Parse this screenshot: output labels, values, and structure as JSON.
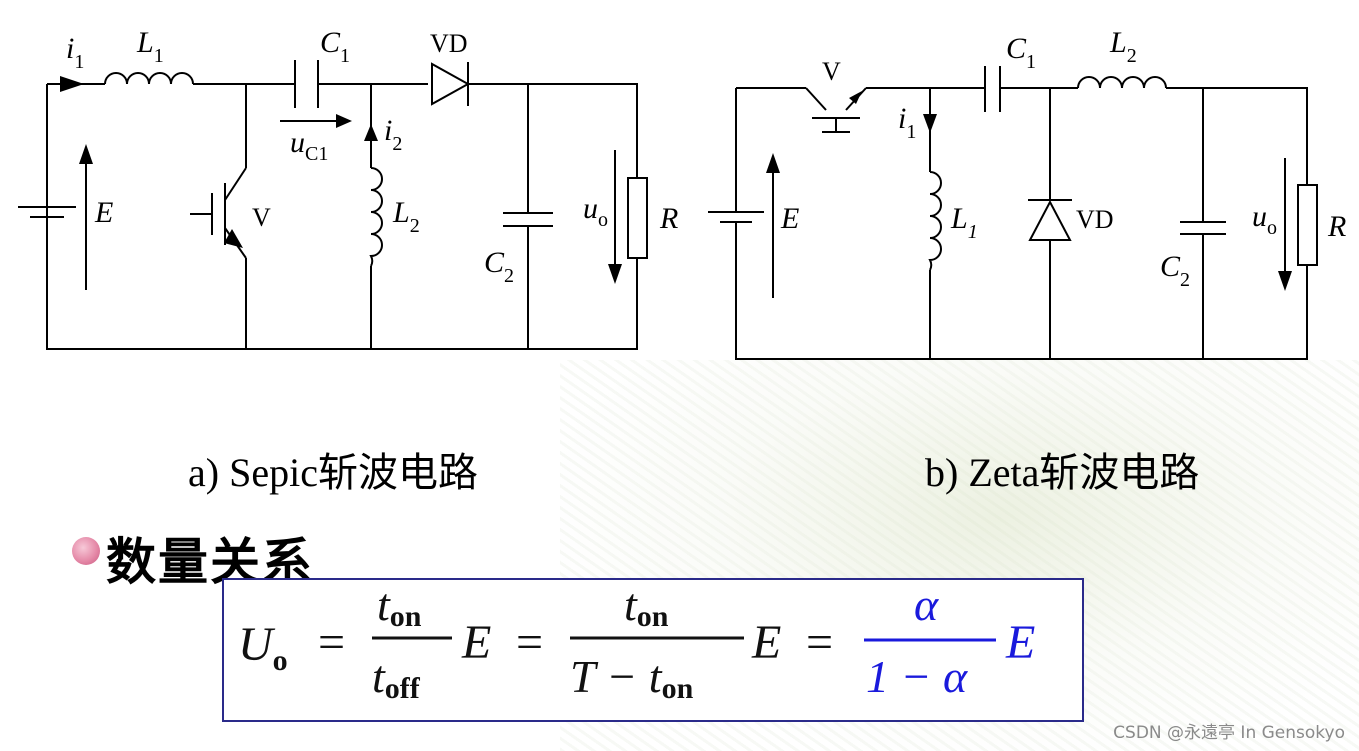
{
  "circuit_a": {
    "caption": "a) Sepic斩波电路",
    "labels": {
      "i1": "i",
      "i1_sub": "1",
      "L1": "L",
      "L1_sub": "1",
      "C1": "C",
      "C1_sub": "1",
      "VD": "VD",
      "uC1": "u",
      "uC1_sub": "C1",
      "i2": "i",
      "i2_sub": "2",
      "E": "E",
      "V": "V",
      "L2": "L",
      "L2_sub": "2",
      "C2": "C",
      "C2_sub": "2",
      "uo": "u",
      "uo_sub": "o",
      "R": "R"
    }
  },
  "circuit_b": {
    "caption": "b) Zeta斩波电路",
    "labels": {
      "V": "V",
      "C1": "C",
      "C1_sub": "1",
      "L2": "L",
      "L2_sub": "2",
      "i1": "i",
      "i1_sub": "1",
      "E": "E",
      "L1": "L",
      "L1_sub": "1",
      "VD": "VD",
      "uo": "u",
      "uo_sub": "o",
      "C2": "C",
      "C2_sub": "2",
      "R": "R"
    }
  },
  "section": {
    "bullet_text": "数量关系"
  },
  "formula": {
    "lhs": "U",
    "lhs_sub": "o",
    "eq": "=",
    "t": "t",
    "on": "on",
    "off": "off",
    "E": "E",
    "T_minus": "T − ",
    "alpha": "α",
    "one_minus_alpha": "1 − α",
    "highlight_color": "#1a1adc"
  },
  "watermark": "CSDN @永遠亭 In Gensokyo"
}
